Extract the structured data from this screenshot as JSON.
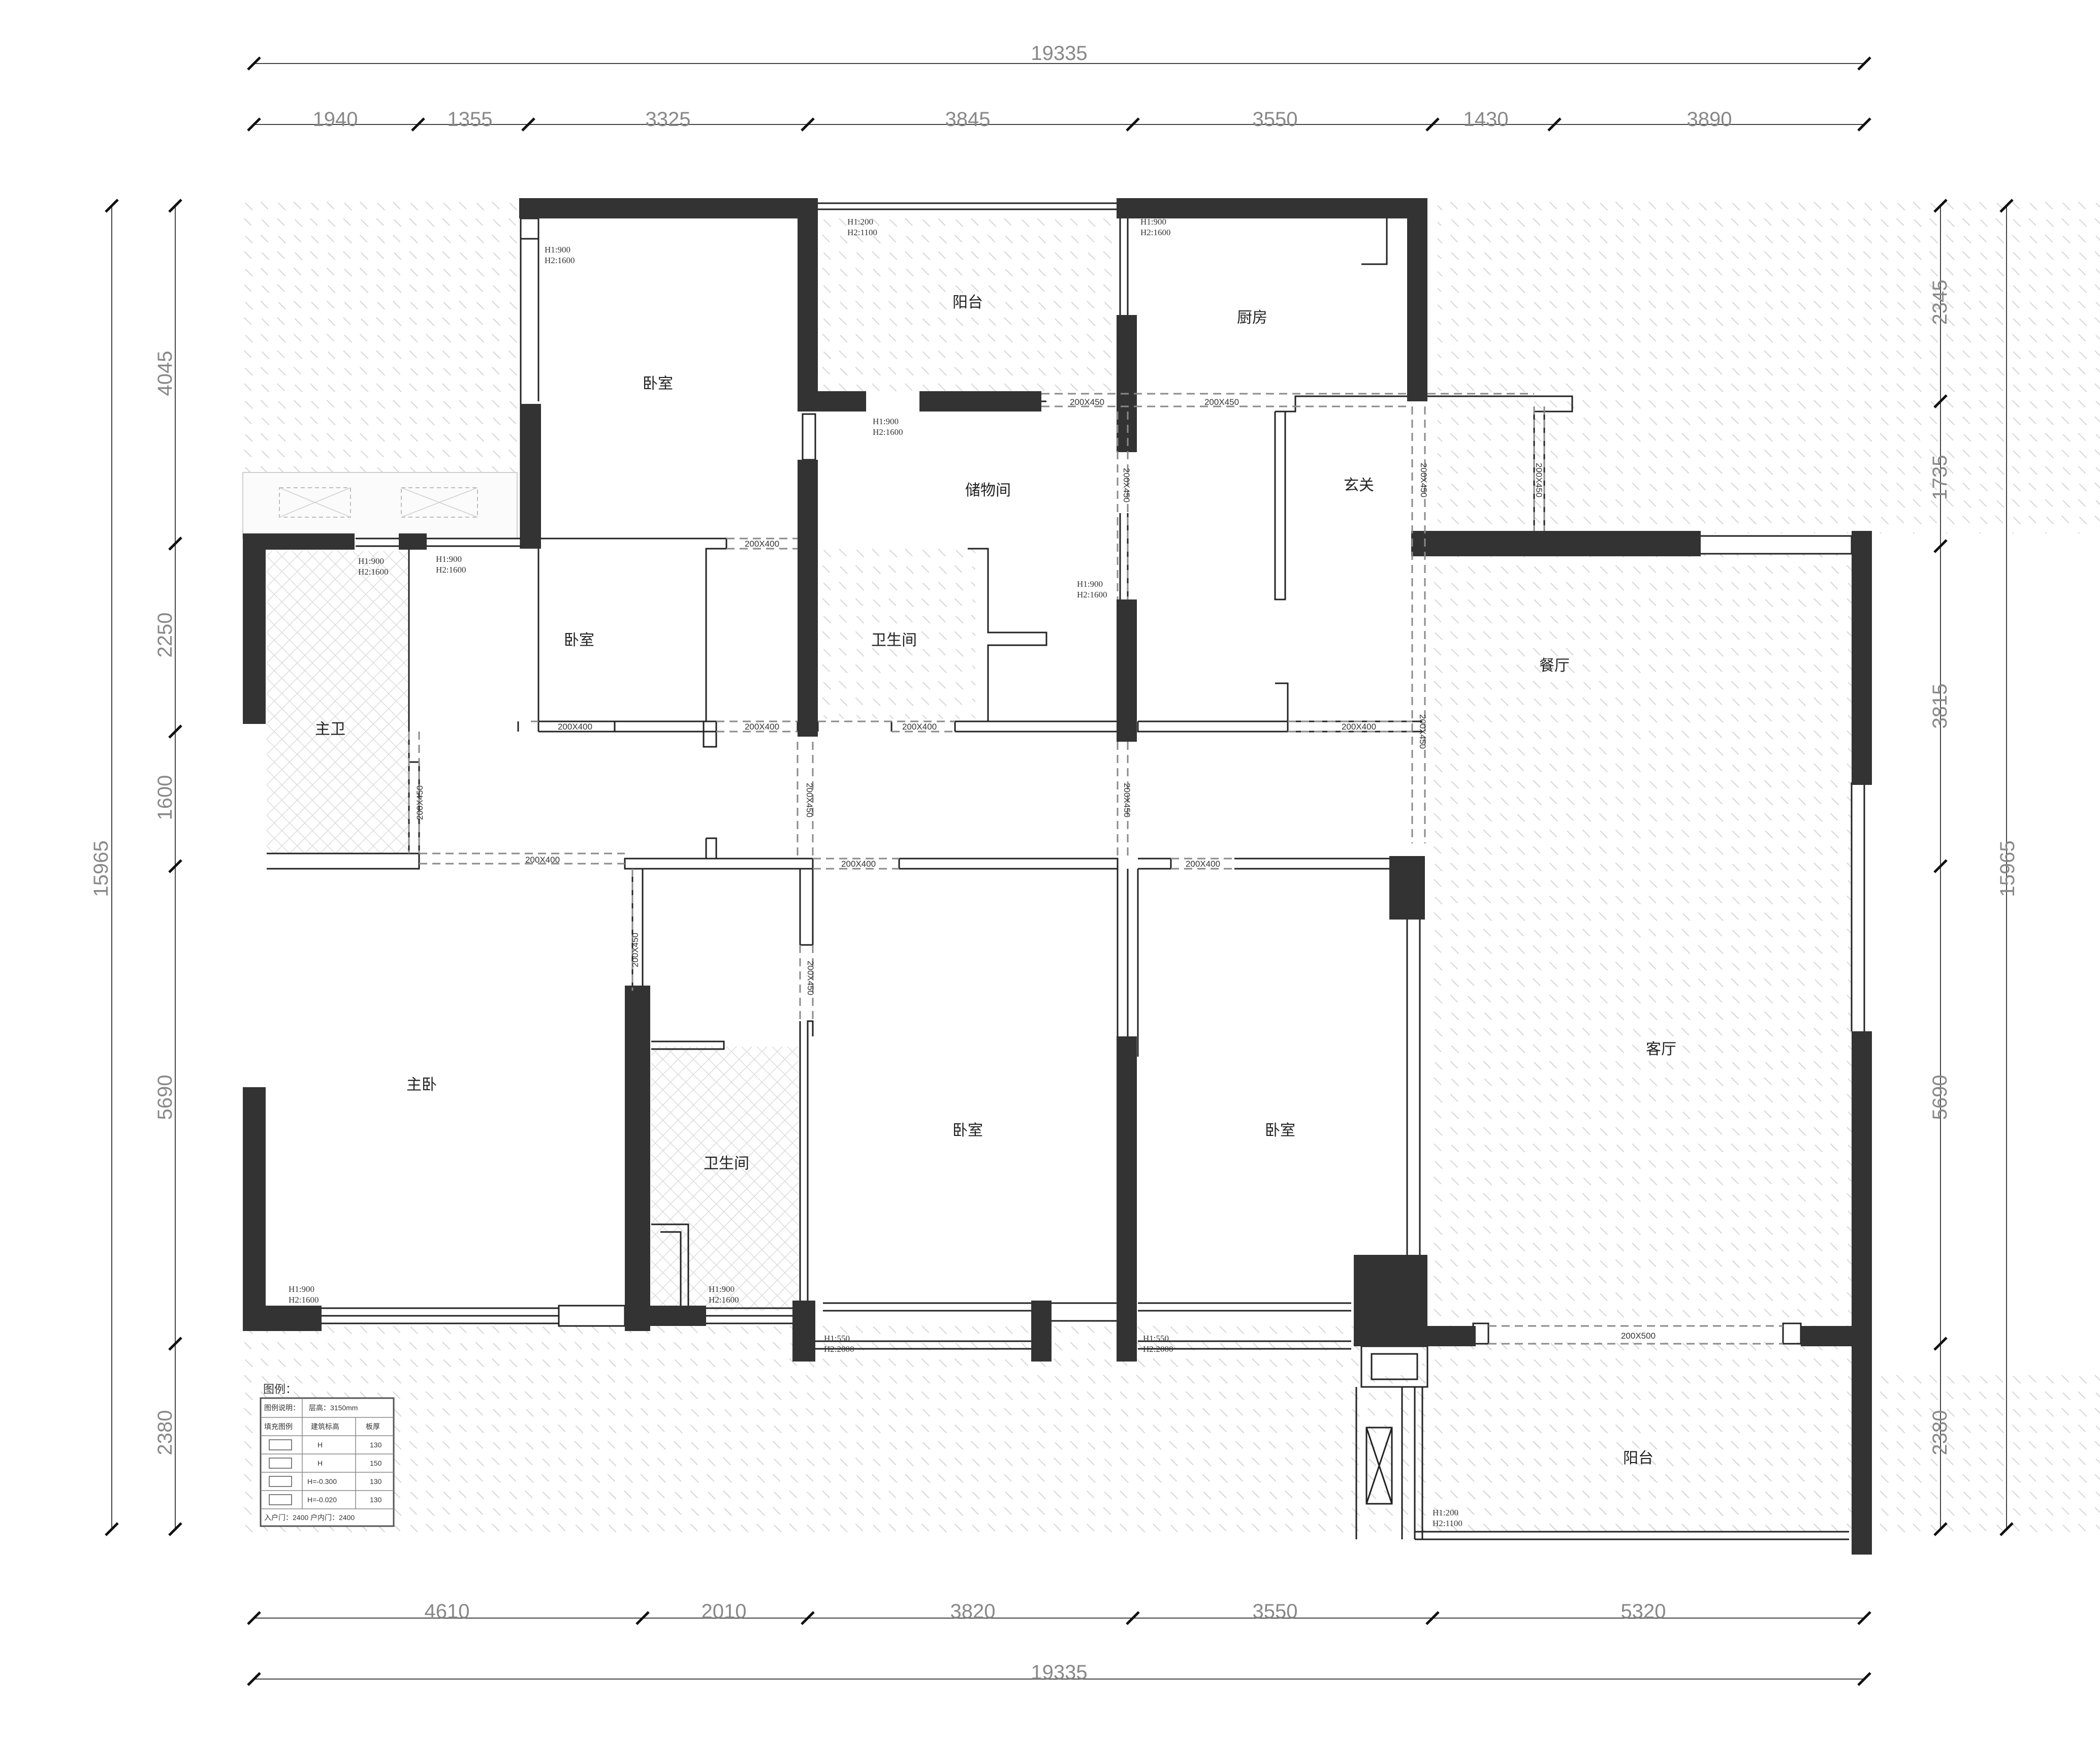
{
  "dimensions": {
    "top_total": "19335",
    "top_segments": [
      "1940",
      "1355",
      "3325",
      "3845",
      "3550",
      "1430",
      "3890"
    ],
    "bottom_segments": [
      "4610",
      "2010",
      "3820",
      "3550",
      "5320"
    ],
    "bottom_total": "19335",
    "left_total": "15965",
    "left_segments": [
      "4045",
      "2250",
      "1600",
      "5690",
      "2380"
    ],
    "right_total": "15965",
    "right_segments": [
      "2345",
      "1735",
      "3815",
      "5690",
      "2380"
    ]
  },
  "rooms": {
    "balcony_top": "阳台",
    "kitchen": "厨房",
    "bedroom_top": "卧室",
    "storage": "储物间",
    "entrance": "玄关",
    "bedroom_mid": "卧室",
    "bathroom_mid": "卫生间",
    "dining": "餐厅",
    "master_bath": "主卫",
    "master_bedroom": "主卧",
    "bathroom_low": "卫生间",
    "bedroom_low_a": "卧室",
    "bedroom_low_b": "卧室",
    "living": "客厅",
    "balcony_bottom": "阳台"
  },
  "window_notes": {
    "w_bed_top_h1": "H1:900",
    "w_bed_top_h2": "H2:1600",
    "w_balc_top_h1": "H1:200",
    "w_balc_top_h2": "H2:1100",
    "w_kitchen_h1": "H1:900",
    "w_kitchen_h2": "H2:1600",
    "w_storage_h1": "H1:900",
    "w_storage_h2": "H2:1600",
    "w_mbath_h1": "H1:900",
    "w_mbath_h2": "H2:1600",
    "w_bed_mid_h1": "H1:900",
    "w_bed_mid_h2": "H2:1600",
    "w_corr_h1": "H1:900",
    "w_corr_h2": "H2:1600",
    "w_master_h1": "H1:900",
    "w_master_h2": "H2:1600",
    "w_bath_low_h1": "H1:900",
    "w_bath_low_h2": "H2:1600",
    "w_bed_low_a_h1": "H1:550",
    "w_bed_low_a_h2": "H2:2000",
    "w_bed_low_b_h1": "H1:550",
    "w_bed_low_b_h2": "H2:2000",
    "w_balc_bot_h1": "H1:200",
    "w_balc_bot_h2": "H2:1100"
  },
  "beams": {
    "b1": "200X450",
    "b2": "200X450",
    "b3": "200X400",
    "b4": "200X450",
    "b5": "200X450",
    "b6": "200X450",
    "b7": "200X400",
    "b8": "200X400",
    "b9": "200X400",
    "b10": "200X400",
    "b11": "200X450",
    "b12": "200X450",
    "b13": "200X450",
    "b14": "200X400",
    "b15": "200X400",
    "b16": "200X400",
    "b17": "200X450",
    "b18": "200X450",
    "b19": "200X500"
  },
  "legend": {
    "title": "图例：",
    "row1_a": "图例说明：",
    "row1_b": "层高：3150mm",
    "head_a": "填充图例",
    "head_b": "建筑标高",
    "head_c": "板厚",
    "rows": [
      {
        "level": "H",
        "thick": "130"
      },
      {
        "level": "H",
        "thick": "150"
      },
      {
        "level": "H=-0.300",
        "thick": "130"
      },
      {
        "level": "H=-0.020",
        "thick": "130"
      }
    ],
    "footer": "入户门：2400  户内门：2400"
  }
}
